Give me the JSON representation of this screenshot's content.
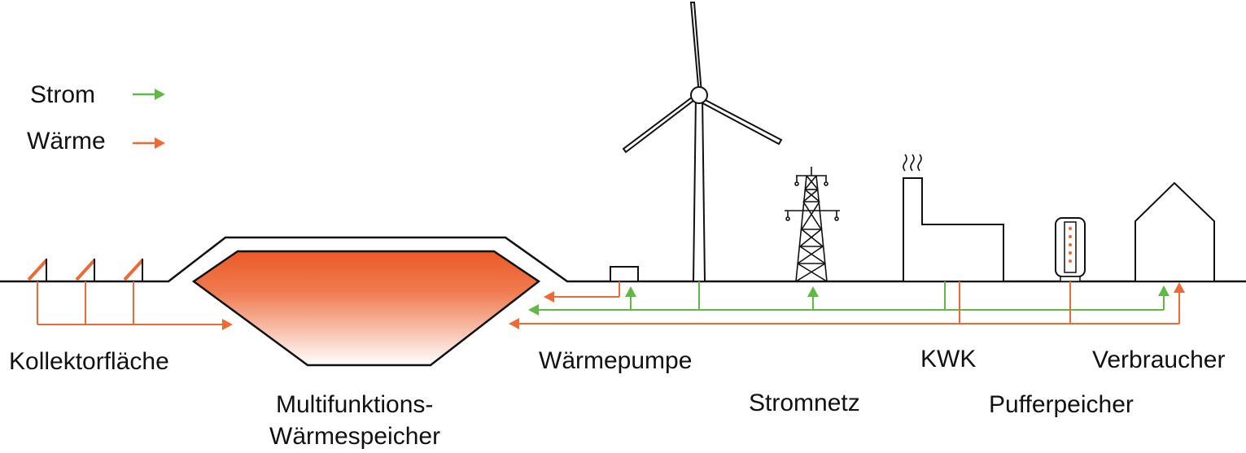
{
  "legend": {
    "strom": "Strom",
    "waerme": "Wärme"
  },
  "labels": {
    "kollektorflaeche": "Kollektorfläche",
    "speicher_line1": "Multifunktions-",
    "speicher_line2": "Wärmespeicher",
    "waermepumpe": "Wärmepumpe",
    "stromnetz": "Stromnetz",
    "kwk": "KWK",
    "pufferspeicher": "Pufferpeicher",
    "verbraucher": "Verbraucher"
  },
  "colors": {
    "strom": "#62b846",
    "waerme": "#ec6a35",
    "outline": "#111111",
    "storage_top": "#ec5a26",
    "storage_bottom": "#ffffff"
  }
}
